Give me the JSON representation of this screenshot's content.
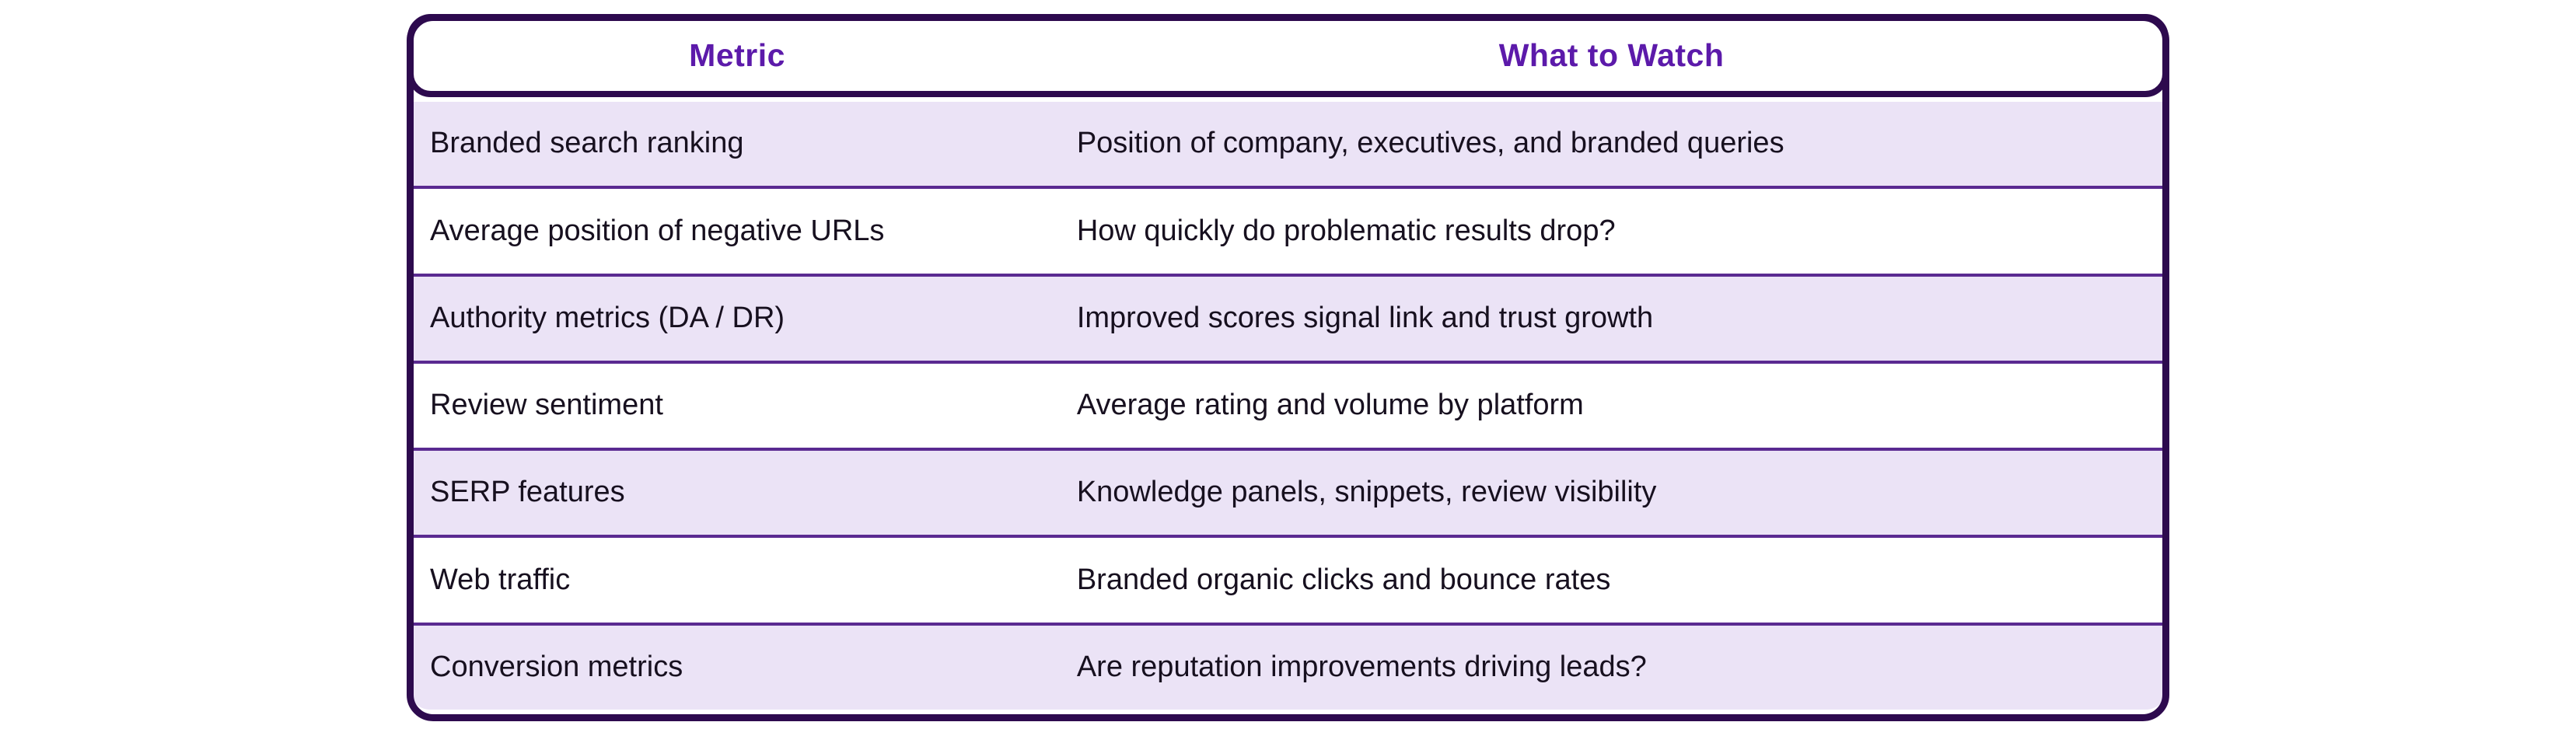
{
  "table": {
    "headers": [
      "Metric",
      "What to Watch"
    ],
    "rows": [
      [
        "Branded search ranking",
        "Position of company, executives, and branded queries"
      ],
      [
        "Average position of negative URLs",
        "How quickly do problematic results drop?"
      ],
      [
        "Authority metrics (DA / DR)",
        "Improved scores signal link and trust growth"
      ],
      [
        "Review sentiment",
        "Average rating and volume by platform"
      ],
      [
        "SERP features",
        "Knowledge panels, snippets, review visibility"
      ],
      [
        "Web traffic",
        "Branded organic clicks and bounce rates"
      ],
      [
        "Conversion metrics",
        "Are reputation improvements driving leads?"
      ]
    ]
  },
  "chart_data": {
    "type": "table",
    "title": "",
    "columns": [
      "Metric",
      "What to Watch"
    ],
    "rows": [
      [
        "Branded search ranking",
        "Position of company, executives, and branded queries"
      ],
      [
        "Average position of negative URLs",
        "How quickly do problematic results drop?"
      ],
      [
        "Authority metrics (DA / DR)",
        "Improved scores signal link and trust growth"
      ],
      [
        "Review sentiment",
        "Average rating and volume by platform"
      ],
      [
        "SERP features",
        "Knowledge panels, snippets, review visibility"
      ],
      [
        "Web traffic",
        "Branded organic clicks and bounce rates"
      ],
      [
        "Conversion metrics",
        "Are reputation improvements driving leads?"
      ]
    ],
    "layout": {
      "header_style": "white rounded pill with bold violet centered labels",
      "row_striping": "odd rows lavender, even rows white",
      "border": "thick dark purple rounded rectangle"
    }
  },
  "colors": {
    "border": "#2d0a4e",
    "accent": "#5c1aaa",
    "separator": "#5a2a91",
    "row_alt": "#ebe3f6",
    "row": "#ffffff",
    "text": "#17101f"
  }
}
